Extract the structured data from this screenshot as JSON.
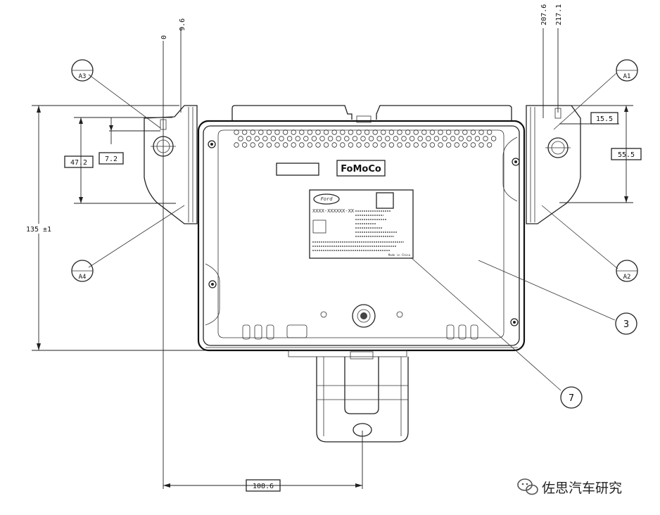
{
  "dimensions": {
    "d0": "0",
    "d9_6": "9.6",
    "d207": "207.6",
    "d217": "217.1",
    "d15_5": "15.5",
    "d55_5": "55.5",
    "d47_2": "47.2",
    "d7_2": "7.2",
    "d135": "135 ±1",
    "d108_6": "108.6"
  },
  "callouts": {
    "a1": "A1",
    "a2": "A2",
    "a3": "A3",
    "a4": "A4",
    "c3": "3",
    "c7": "7"
  },
  "labels": {
    "fomoco": "FoMoCo",
    "ford": "Ford",
    "made_in": "Made in China",
    "part_no": "XXXX-XXXXXX-XX"
  },
  "watermark": {
    "text": "佐思汽车研究"
  }
}
